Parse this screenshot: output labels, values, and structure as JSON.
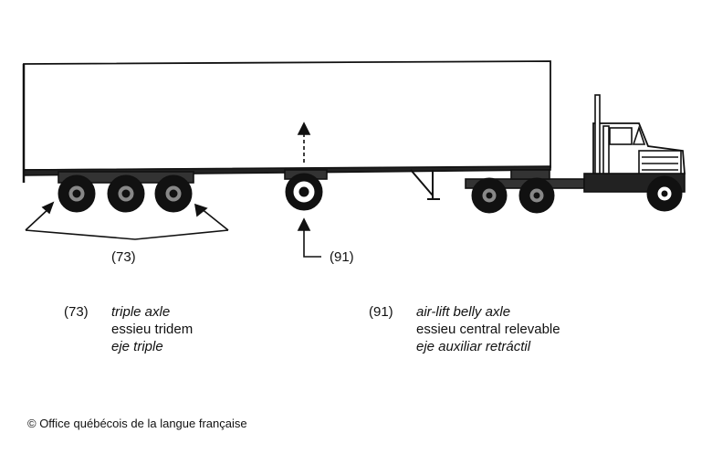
{
  "callouts": [
    {
      "code": "(73)"
    },
    {
      "code": "(91)"
    }
  ],
  "legend": [
    {
      "code": "(73)",
      "en": "triple axle",
      "fr": "essieu tridem",
      "es": "eje triple"
    },
    {
      "code": "(91)",
      "en": "air-lift belly axle",
      "fr": "essieu central relevable",
      "es": "eje auxiliar retráctil"
    }
  ],
  "copyright": "© Office québécois de la langue française"
}
